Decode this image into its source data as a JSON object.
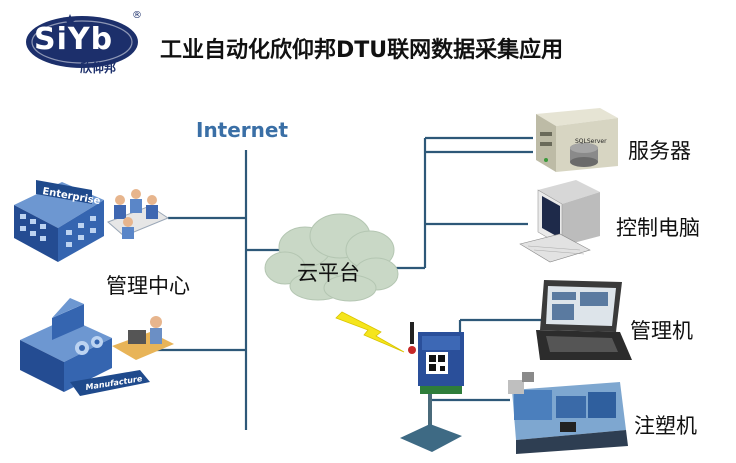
{
  "header": {
    "logo_text": "SiYb",
    "logo_subtitle": "欣仰邦",
    "logo_registered": "®",
    "title": "工业自动化欣仰邦DTU联网数据采集应用"
  },
  "network": {
    "internet_label": "Internet",
    "cloud_label": "云平台"
  },
  "left_nodes": {
    "management_center": "管理中心",
    "enterprise_sign": "Enterprise",
    "manufacture_sign": "Manufacture"
  },
  "right_nodes": {
    "server": "服务器",
    "server_brand": "SQLServer",
    "control_pc": "控制电脑",
    "management_laptop": "管理机",
    "injection_machine": "注塑机"
  },
  "colors": {
    "line": "#2e5878",
    "internet_text": "#3a6fa6",
    "logo_navy": "#1c2f6b",
    "cloud": "#c9d8c6",
    "lightning": "#f5e51c",
    "dtu": "#2a4f9a"
  }
}
